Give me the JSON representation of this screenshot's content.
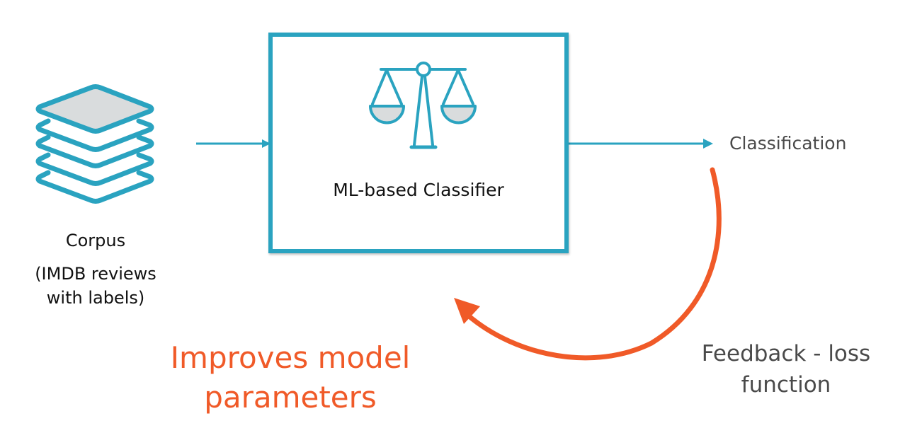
{
  "colors": {
    "teal": "#2aa3c0",
    "orange": "#f05a28",
    "gray_fill": "#d9dcdd",
    "text_dark": "#111111",
    "text_gray": "#4a4a4a"
  },
  "input": {
    "icon": "stacked-layers-icon",
    "title": "Corpus",
    "subtitle": "(IMDB reviews with labels)"
  },
  "classifier": {
    "icon": "balance-scale-icon",
    "label": "ML-based Classifier"
  },
  "output": {
    "label": "Classification"
  },
  "feedback": {
    "label": "Feedback - loss function"
  },
  "update": {
    "label": "Improves model parameters"
  }
}
